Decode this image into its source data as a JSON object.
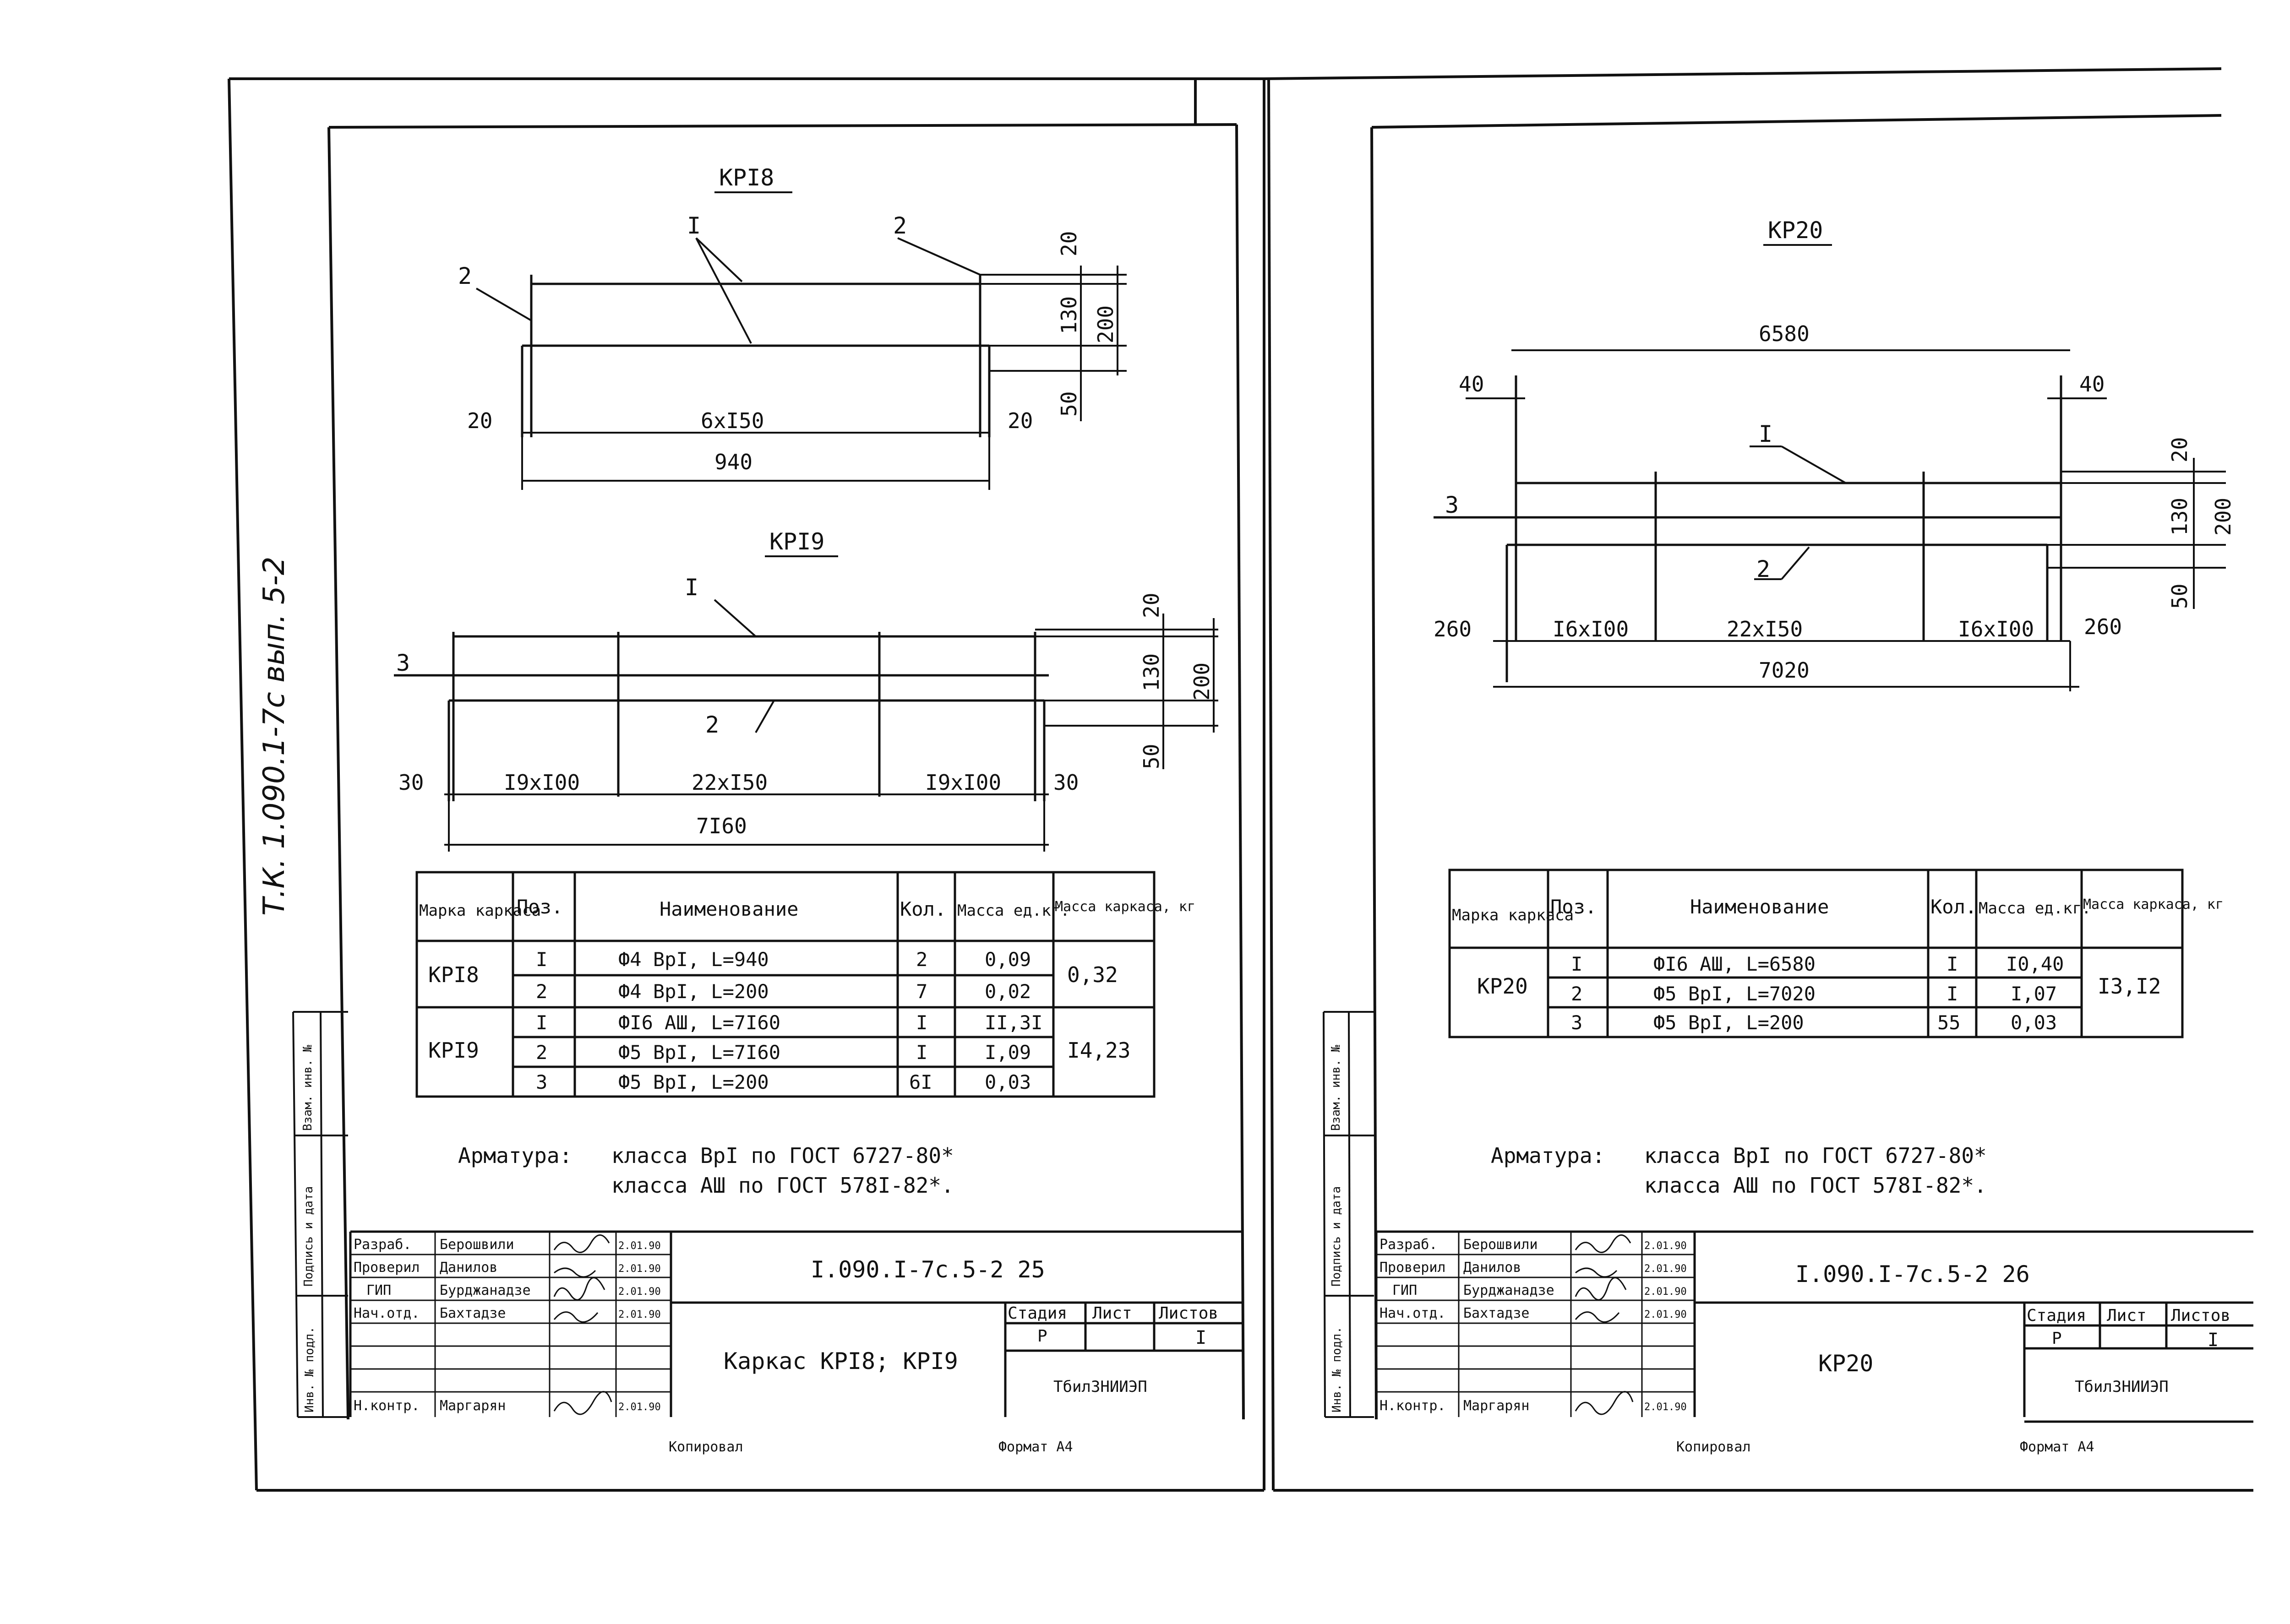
{
  "side_stamp": "Т.К. 1.090.1-7с вып. 5-2",
  "sheets": [
    {
      "sheet_no": "25",
      "doc_code": "I.090.I-7c.5-2 25",
      "drawing_title": "Каркас КРI8; КРI9",
      "organization": "ТбилЗНИИЭП",
      "stage": "Р",
      "sheet": "",
      "sheets_total": "I",
      "views": [
        {
          "title": "КРI8",
          "pos_labels": [
            "I",
            "2",
            "2"
          ],
          "dims_top": [
            "20",
            "130",
            "50",
            "200"
          ],
          "dims_bottom": [
            "20",
            "6xI50",
            "20",
            "940"
          ]
        },
        {
          "title": "КРI9",
          "pos_labels": [
            "I",
            "3",
            "2"
          ],
          "dims_top": [
            "20",
            "130",
            "50",
            "200"
          ],
          "dims_bottom": [
            "30",
            "I9xI00",
            "22xI50",
            "I9xI00",
            "30",
            "7I60"
          ]
        }
      ],
      "table": {
        "headers": [
          "Марка каркаса",
          "Поз.",
          "Наименование",
          "Кол.",
          "Масса ед.кг.",
          "Масса каркаса, кг"
        ],
        "groups": [
          {
            "mark": "КРI8",
            "total": "0,32",
            "rows": [
              {
                "pos": "I",
                "name": "Ф4 ВрI, L=940",
                "qty": "2",
                "mass": "0,09"
              },
              {
                "pos": "2",
                "name": "Ф4 ВрI, L=200",
                "qty": "7",
                "mass": "0,02"
              }
            ]
          },
          {
            "mark": "КРI9",
            "total": "I4,23",
            "rows": [
              {
                "pos": "I",
                "name": "ФI6 АШ, L=7I60",
                "qty": "I",
                "mass": "II,3I"
              },
              {
                "pos": "2",
                "name": "Ф5 ВрI, L=7I60",
                "qty": "I",
                "mass": "I,09"
              },
              {
                "pos": "3",
                "name": "Ф5 ВрI, L=200",
                "qty": "6I",
                "mass": "0,03"
              }
            ]
          }
        ]
      },
      "notes": {
        "label": "Арматура:",
        "line1": "класса ВрI по ГОСТ 6727-80*",
        "line2": "класса АШ по ГОСТ 578I-82*."
      },
      "stamp_rows": [
        {
          "role": "Разраб.",
          "name": "Берошвили",
          "date": "2.01.90"
        },
        {
          "role": "Проверил",
          "name": "Данилов",
          "date": "2.01.90"
        },
        {
          "role": "ГИП",
          "name": "Бурджанадзе",
          "date": "2.01.90"
        },
        {
          "role": "Нач.отд.",
          "name": "Бахтадзе",
          "date": "2.01.90"
        },
        {
          "role": "",
          "name": "",
          "date": ""
        },
        {
          "role": "",
          "name": "",
          "date": ""
        },
        {
          "role": "Н.контр.",
          "name": "Маргарян",
          "date": "2.01.90"
        }
      ],
      "footer_left": "Копировал",
      "footer_right": "Формат А4"
    },
    {
      "sheet_no": "26",
      "doc_code": "I.090.I-7c.5-2 26",
      "drawing_title": "КР20",
      "organization": "ТбилЗНИИЭП",
      "stage": "Р",
      "sheet": "",
      "sheets_total": "I",
      "views": [
        {
          "title": "КР20",
          "pos_labels": [
            "I",
            "3",
            "2"
          ],
          "dims_top": [
            "6580",
            "40",
            "40",
            "20",
            "130",
            "50",
            "200"
          ],
          "dims_bottom": [
            "260",
            "I6xI00",
            "22xI50",
            "I6xI00",
            "260",
            "7020"
          ]
        }
      ],
      "table": {
        "headers": [
          "Марка каркаса",
          "Поз.",
          "Наименование",
          "Кол.",
          "Масса ед.кг.",
          "Масса каркаса, кг"
        ],
        "groups": [
          {
            "mark": "КР20",
            "total": "I3,I2",
            "rows": [
              {
                "pos": "I",
                "name": "ФI6 АШ, L=6580",
                "qty": "I",
                "mass": "I0,40"
              },
              {
                "pos": "2",
                "name": "Ф5 ВрI, L=7020",
                "qty": "I",
                "mass": "I,07"
              },
              {
                "pos": "3",
                "name": "Ф5 ВрI, L=200",
                "qty": "55",
                "mass": "0,03"
              }
            ]
          }
        ]
      },
      "notes": {
        "label": "Арматура:",
        "line1": "класса ВрI по ГОСТ 6727-80*",
        "line2": "класса АШ по ГОСТ 578I-82*."
      },
      "stamp_rows": [
        {
          "role": "Разраб.",
          "name": "Берошвили",
          "date": "2.01.90"
        },
        {
          "role": "Проверил",
          "name": "Данилов",
          "date": "2.01.90"
        },
        {
          "role": "ГИП",
          "name": "Бурджанадзе",
          "date": "2.01.90"
        },
        {
          "role": "Нач.отд.",
          "name": "Бахтадзе",
          "date": "2.01.90"
        },
        {
          "role": "",
          "name": "",
          "date": ""
        },
        {
          "role": "",
          "name": "",
          "date": ""
        },
        {
          "role": "Н.контр.",
          "name": "Маргарян",
          "date": "2.01.90"
        }
      ],
      "footer_left": "Копировал",
      "footer_right": "Формат А4"
    }
  ],
  "side_fields": [
    "Взам. инв. №",
    "Подпись и дата",
    "Инв. № подл."
  ]
}
